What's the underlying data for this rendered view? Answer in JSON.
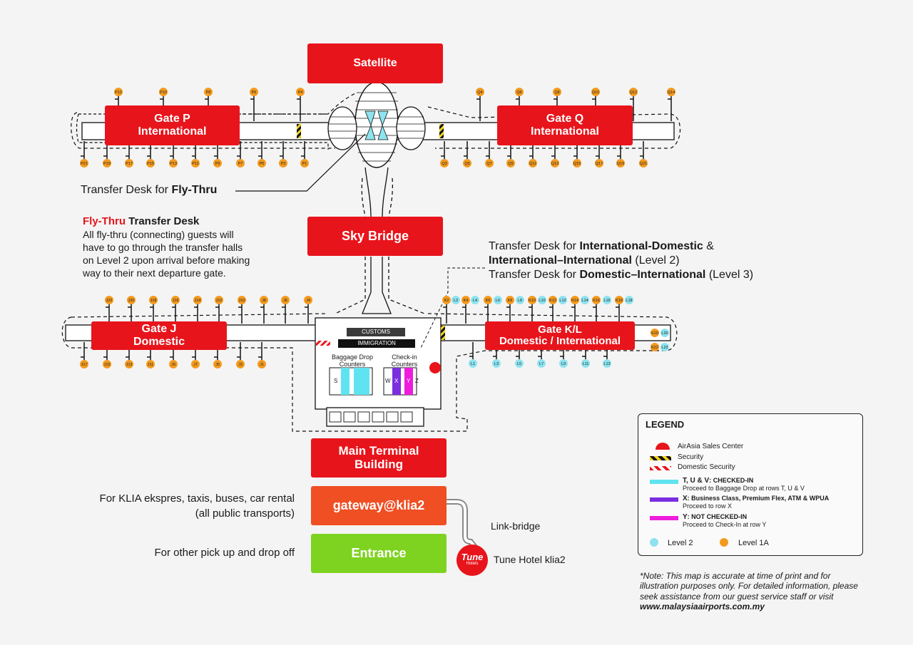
{
  "boxes": {
    "satellite": "Satellite",
    "gate_p": [
      "Gate P",
      "International"
    ],
    "gate_q": [
      "Gate Q",
      "International"
    ],
    "sky_bridge": "Sky Bridge",
    "gate_j": [
      "Gate J",
      "Domestic"
    ],
    "gate_kl": [
      "Gate K/L",
      "Domestic / International"
    ],
    "main_terminal": [
      "Main Terminal",
      "Building"
    ],
    "gateway": "gateway@klia2",
    "entrance": "Entrance"
  },
  "gates": {
    "p_top": [
      "P12",
      "P10",
      "P8",
      "P6",
      "P4"
    ],
    "p_bottom": [
      "P21",
      "P19",
      "P17",
      "P15",
      "P13",
      "P11",
      "P9",
      "P7",
      "P5",
      "P3",
      "P1"
    ],
    "q_top": [
      "Q4",
      "Q6",
      "Q8",
      "Q10",
      "Q12",
      "Q14"
    ],
    "q_bottom": [
      "Q3",
      "Q5",
      "Q7",
      "Q9",
      "Q11",
      "Q13",
      "Q15",
      "Q17",
      "Q19",
      "Q21"
    ],
    "j_top": [
      "J22",
      "J20",
      "J18",
      "J16",
      "J14",
      "J12",
      "J10",
      "J8",
      "J6",
      "J4"
    ],
    "j_bottom": [
      "J17",
      "J15",
      "J13",
      "J11",
      "J9",
      "J7",
      "J5",
      "J3",
      "J1"
    ],
    "k_top": [
      "K2",
      "L2",
      "K4",
      "L4",
      "K6",
      "L6",
      "K8",
      "L8",
      "K10",
      "L10",
      "K12",
      "L12",
      "K14",
      "L14",
      "K16",
      "L16",
      "K18",
      "L18"
    ],
    "l_bottom": [
      "L1",
      "L3",
      "L5",
      "L7",
      "L9",
      "L11",
      "L13"
    ],
    "k_right": [
      "K20",
      "L20",
      "K22",
      "L22"
    ]
  },
  "labels": {
    "transfer_flythru_prefix": "Transfer Desk for ",
    "transfer_flythru_bold": "Fly-Thru",
    "flythru_title_red": "Fly-Thru",
    "flythru_title_rest": " Transfer Desk",
    "flythru_body": [
      "All fly-thru (connecting) guests will",
      "have to go through the transfer halls",
      "on Level 2 upon arrival before making",
      "way to their next departure gate."
    ],
    "td_line1_pre": "Transfer Desk for ",
    "td_line1_bold": "International-Domestic",
    "td_line1_post": " &",
    "td_line2_bold": "International–International",
    "td_line2_post": " (Level 2)",
    "td_line3_pre": "Transfer Desk for ",
    "td_line3_bold": "Domestic–International",
    "td_line3_post": " (Level 3)",
    "customs": "CUSTOMS",
    "immigration": "IMMIGRATION",
    "baggage": [
      "Baggage Drop",
      "Counters"
    ],
    "checkin": [
      "Check-in",
      "Counters"
    ],
    "counter_letters": [
      "S",
      "W",
      "X",
      "Y",
      "Z"
    ],
    "klia_ekspres": [
      "For KLIA ekspres, taxis, buses, car rental",
      "(all public transports)"
    ],
    "other_pickup": "For other pick up and drop off",
    "link_bridge": "Link-bridge",
    "tune_hotel": "Tune Hotel klia2",
    "tune_logo": "Tune",
    "tune_logo_sub": "Hotels"
  },
  "legend": {
    "title": "LEGEND",
    "sales": "AirAsia Sales Center",
    "security": "Security",
    "domestic_security": "Domestic Security",
    "tuv_bold": "T, U & V",
    "tuv_rest": ": CHECKED-IN",
    "tuv_sub": "Proceed to Baggage Drop at rows T, U & V",
    "x_bold": "X",
    "x_rest": ": Business Class, Premium Flex, ATM & WPUA",
    "x_sub": "Proceed to row X",
    "y_bold": "Y",
    "y_rest": ": NOT CHECKED-IN",
    "y_sub": "Proceed to Check-In at row Y",
    "level2": "Level 2",
    "level1a": "Level 1A"
  },
  "note": {
    "text": "*Note: This map is accurate at time of print and for illustration purposes only. For detailed information, please seek assistance from our guest service staff or visit ",
    "url": "www.malaysiaairports.com.my"
  },
  "colors": {
    "red": "#e8141b",
    "orange_gate": "#f39a1e",
    "cyan_gate": "#8ee3ef",
    "tuv": "#5fe3f0",
    "x": "#7a2ee0",
    "y": "#ee1cdc",
    "green": "#7ed321",
    "gateway_orange": "#f04e23"
  }
}
